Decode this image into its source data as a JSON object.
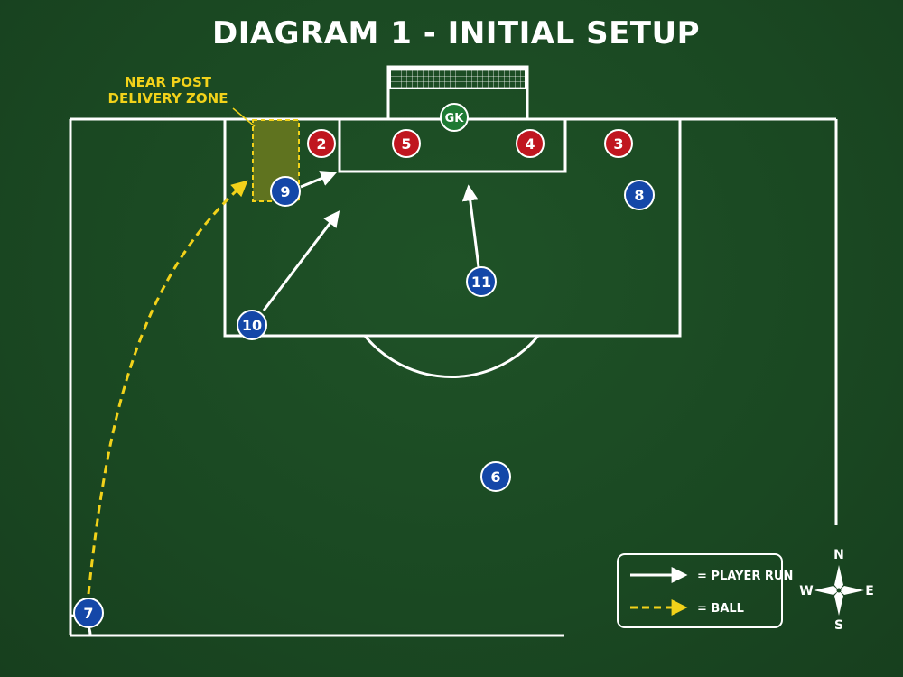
{
  "title": "DIAGRAM 1 - INITIAL SETUP",
  "zone": {
    "line1": "NEAR POST",
    "line2": "DELIVERY ZONE"
  },
  "goalkeeper": {
    "label": "GK",
    "team": "goalkeeper"
  },
  "defenders": [
    {
      "label": "2",
      "team": "defender"
    },
    {
      "label": "5",
      "team": "defender"
    },
    {
      "label": "4",
      "team": "defender"
    },
    {
      "label": "3",
      "team": "defender"
    }
  ],
  "attackers": [
    {
      "label": "9",
      "team": "attacker"
    },
    {
      "label": "8",
      "team": "attacker"
    },
    {
      "label": "11",
      "team": "attacker"
    },
    {
      "label": "10",
      "team": "attacker"
    },
    {
      "label": "6",
      "team": "attacker"
    },
    {
      "label": "7",
      "team": "attacker"
    }
  ],
  "legend": {
    "player_run": "= PLAYER RUN",
    "ball": "= BALL"
  },
  "compass": {
    "n": "N",
    "e": "E",
    "s": "S",
    "w": "W"
  },
  "colors": {
    "pitch": "#1b4a22",
    "lines": "#ffffff",
    "defender": "#c0161f",
    "attacker": "#1447a8",
    "goalkeeper": "#1f7a34",
    "ball_path": "#f2d21a",
    "zone_fill": "#6b7a1e"
  }
}
